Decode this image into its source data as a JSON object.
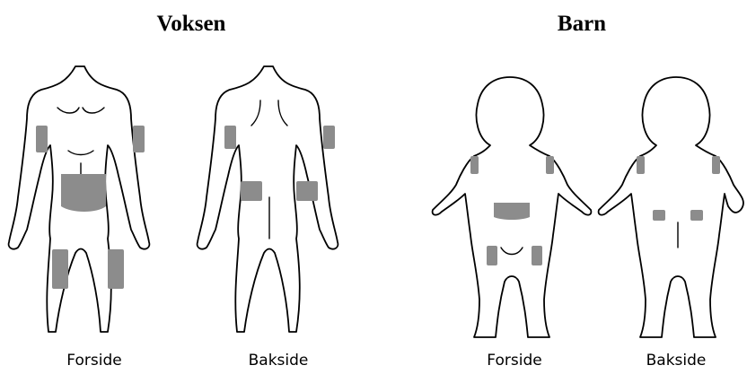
{
  "groups": {
    "adult": {
      "title": "Voksen",
      "front_caption": "Forside",
      "back_caption": "Bakside"
    },
    "child": {
      "title": "Barn",
      "front_caption": "Forside",
      "back_caption": "Bakside"
    }
  },
  "colors": {
    "injection_site": "#8c8c8c",
    "outline": "#000000"
  }
}
